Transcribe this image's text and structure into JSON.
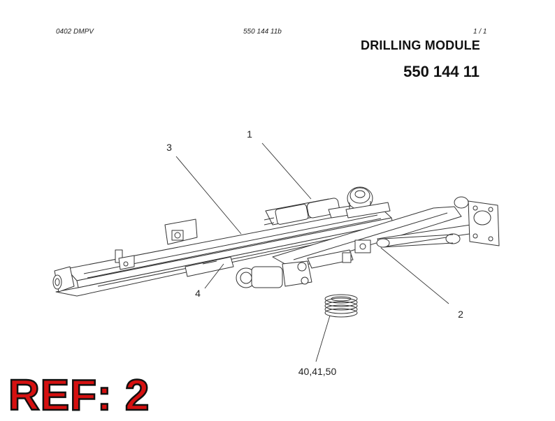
{
  "header": {
    "doc_code": "0402 DMPV",
    "doc_rev": "550 144 11b",
    "page": "1 /   1"
  },
  "title": "DRILLING MODULE",
  "part_number": "550 144 11",
  "callouts": [
    {
      "id": "callout-1",
      "label": "1"
    },
    {
      "id": "callout-2",
      "label": "2"
    },
    {
      "id": "callout-3",
      "label": "3"
    },
    {
      "id": "callout-4",
      "label": "4"
    },
    {
      "id": "callout-40-41-50",
      "label": "40,41,50"
    }
  ],
  "reference": "REF: 2",
  "colors": {
    "line": "#333333",
    "ref_fill": "#d61010",
    "ref_outline": "#111111"
  }
}
